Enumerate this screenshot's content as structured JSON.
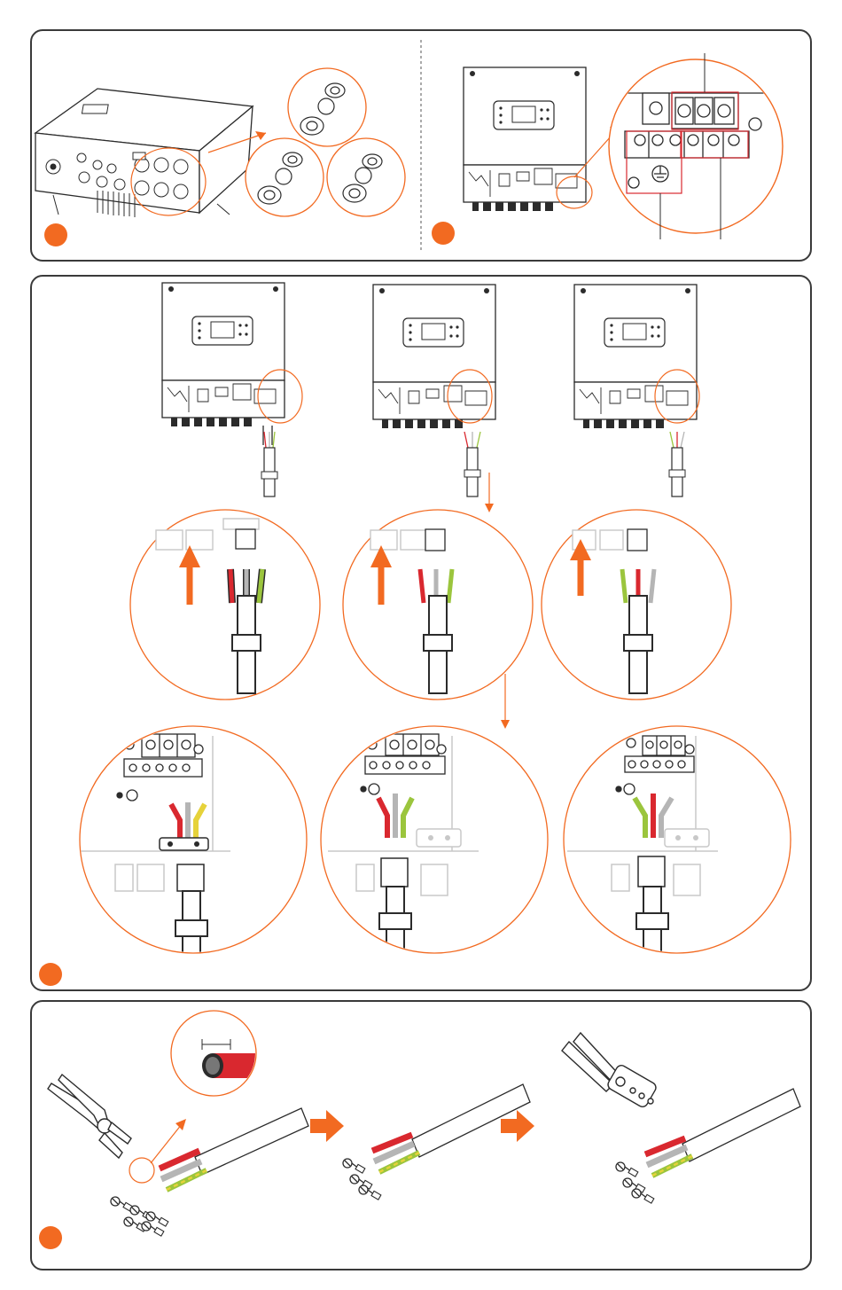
{
  "colors": {
    "accent": "#f26a21",
    "stroke": "#2b2b2b",
    "wire_red": "#d9282f",
    "wire_gray": "#b5b5b5",
    "wire_green": "#9bc53d",
    "wire_yellow": "#e6d23a"
  },
  "panels": [
    {
      "id": "panel-1",
      "step_badge_color": "#f26a21"
    },
    {
      "id": "panel-2",
      "step_badge_color": "#f26a21"
    },
    {
      "id": "panel-3",
      "step_badge_color": "#f26a21"
    }
  ],
  "icons": [
    "inverter-icon",
    "cable-gland-icon",
    "terminal-block-icon",
    "ground-symbol-icon",
    "wire-stripper-icon",
    "crimping-tool-icon",
    "arrow-right-icon",
    "arrow-up-icon"
  ]
}
